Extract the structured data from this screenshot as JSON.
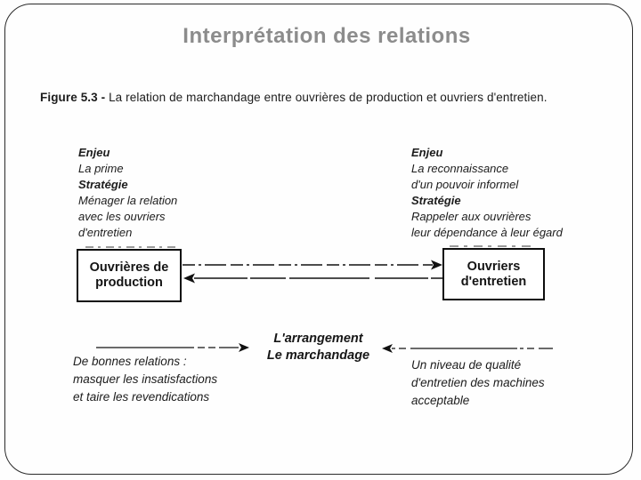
{
  "slide": {
    "title": "Interprétation des relations"
  },
  "figure": {
    "caption_bold": "Figure 5.3 - ",
    "caption_rest": "La relation de marchandage entre ouvrières de production et ouvriers d'entretien.",
    "left_annotation": [
      "Enjeu",
      "La prime",
      "Stratégie",
      "Ménager la relation",
      "avec les ouvriers",
      "d'entretien"
    ],
    "right_annotation": [
      "Enjeu",
      "La reconnaissance",
      "d'un pouvoir informel",
      "Stratégie",
      "Rappeler aux ouvrières",
      "leur dépendance à leur égard"
    ],
    "box_production": {
      "line1": "Ouvrières de",
      "line2": "production"
    },
    "box_entretien": {
      "line1": "Ouvriers",
      "line2": "d'entretien"
    },
    "center_label": {
      "line1": "L'arrangement",
      "line2": "Le marchandage"
    },
    "bottom_left": [
      "De bonnes relations :",
      "masquer les insatisfactions",
      "et taire les revendications"
    ],
    "bottom_right": [
      "Un niveau de qualité",
      "d'entretien des machines",
      "acceptable"
    ],
    "connectors": {
      "top_arrow_direction": "production-to-entretien",
      "bottom_arrow_direction": "entretien-to-production",
      "left_outcome_arrow": "points-to-arrangement",
      "right_outcome_arrow": "points-to-arrangement"
    },
    "colors": {
      "title": "#8c8c8c",
      "ink": "#1c1c1c"
    }
  }
}
